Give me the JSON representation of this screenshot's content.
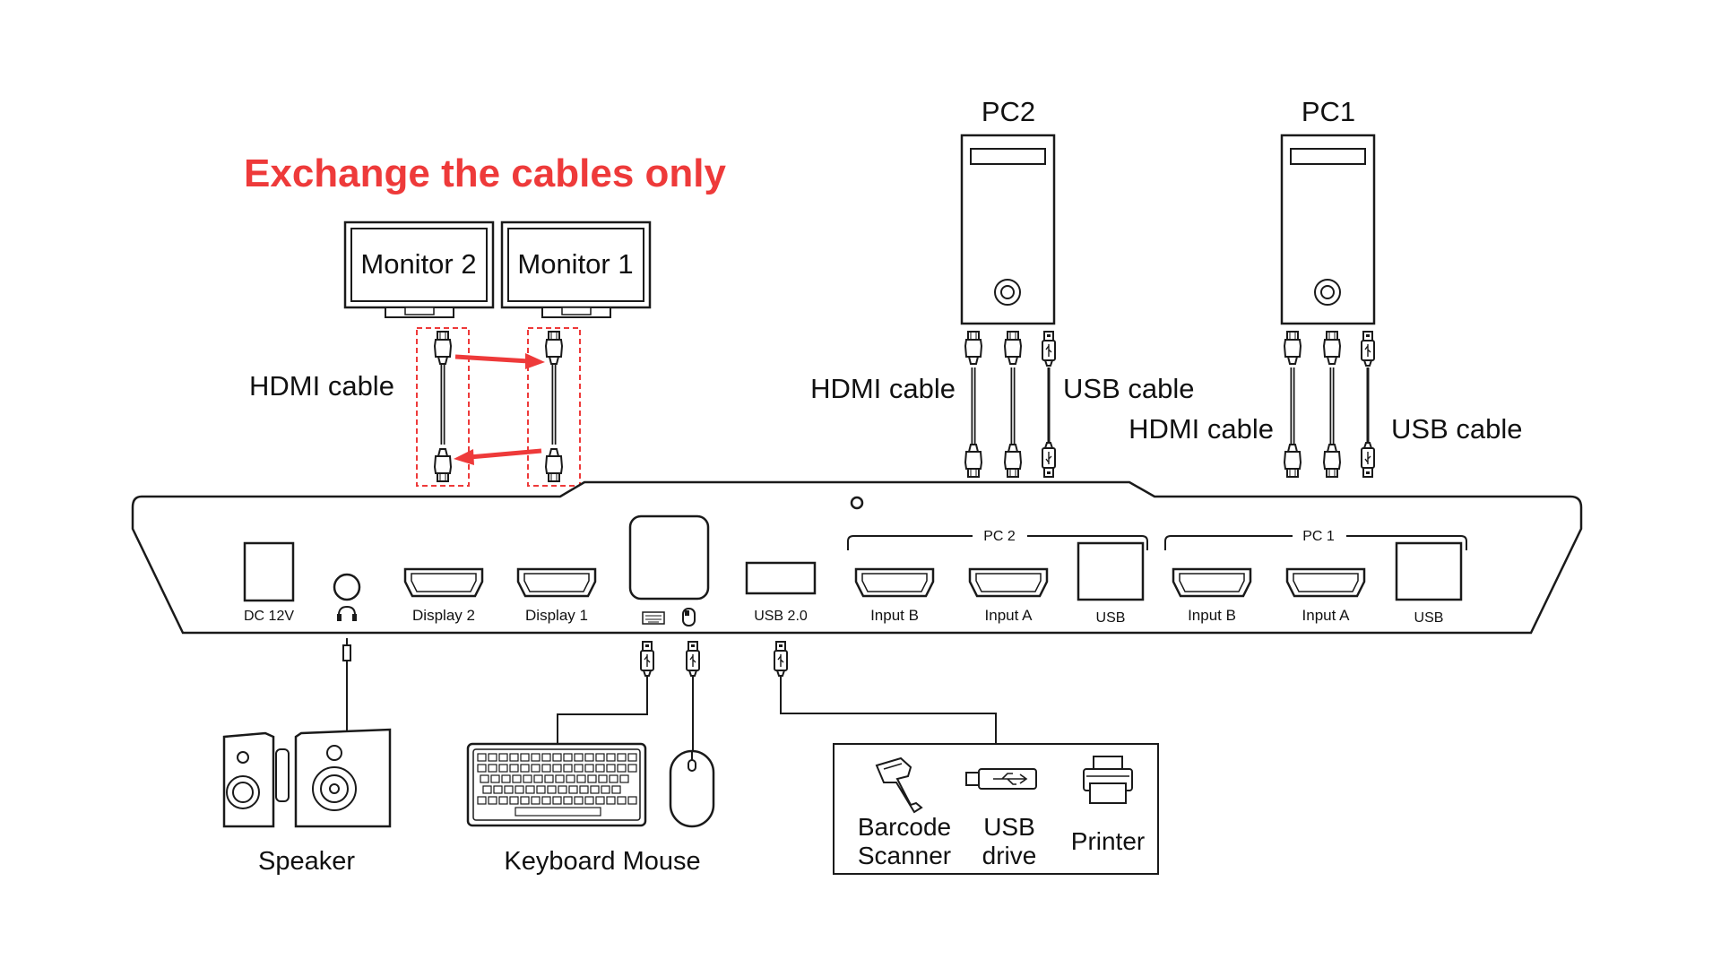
{
  "headline": "Exchange the cables only",
  "headline_color": "#ee3a3a",
  "stroke_color": "#1a1a1a",
  "monitors": [
    {
      "label": "Monitor 2"
    },
    {
      "label": "Monitor 1"
    }
  ],
  "pcs": [
    {
      "label": "PC2"
    },
    {
      "label": "PC1"
    }
  ],
  "cable_labels": {
    "hdmi_left": "HDMI cable",
    "hdmi_pc2": "HDMI cable",
    "usb_pc2": "USB cable",
    "hdmi_pc1": "HDMI cable",
    "usb_pc1": "USB cable"
  },
  "ports": {
    "dc": "DC 12V",
    "display2": "Display 2",
    "display1": "Display 1",
    "usb20": "USB 2.0",
    "pc2_group": "PC 2",
    "pc1_group": "PC 1",
    "pc2_inputb": "Input B",
    "pc2_inputa": "Input A",
    "pc2_usb": "USB",
    "pc1_inputb": "Input B",
    "pc1_inputa": "Input A",
    "pc1_usb": "USB"
  },
  "peripherals": {
    "speaker": "Speaker",
    "keyboard_mouse": "Keyboard Mouse",
    "barcode_line1": "Barcode",
    "barcode_line2": "Scanner",
    "usb_drive_line1": "USB",
    "usb_drive_line2": "drive",
    "printer": "Printer"
  },
  "icons": [
    "headphone-icon",
    "keyboard-icon",
    "mouse-icon",
    "barcode-scanner-icon",
    "usb-drive-icon",
    "printer-icon",
    "speaker-icon",
    "pc-tower-icon",
    "monitor-icon",
    "hdmi-connector-icon",
    "usb-connector-icon",
    "swap-arrow-icon"
  ]
}
